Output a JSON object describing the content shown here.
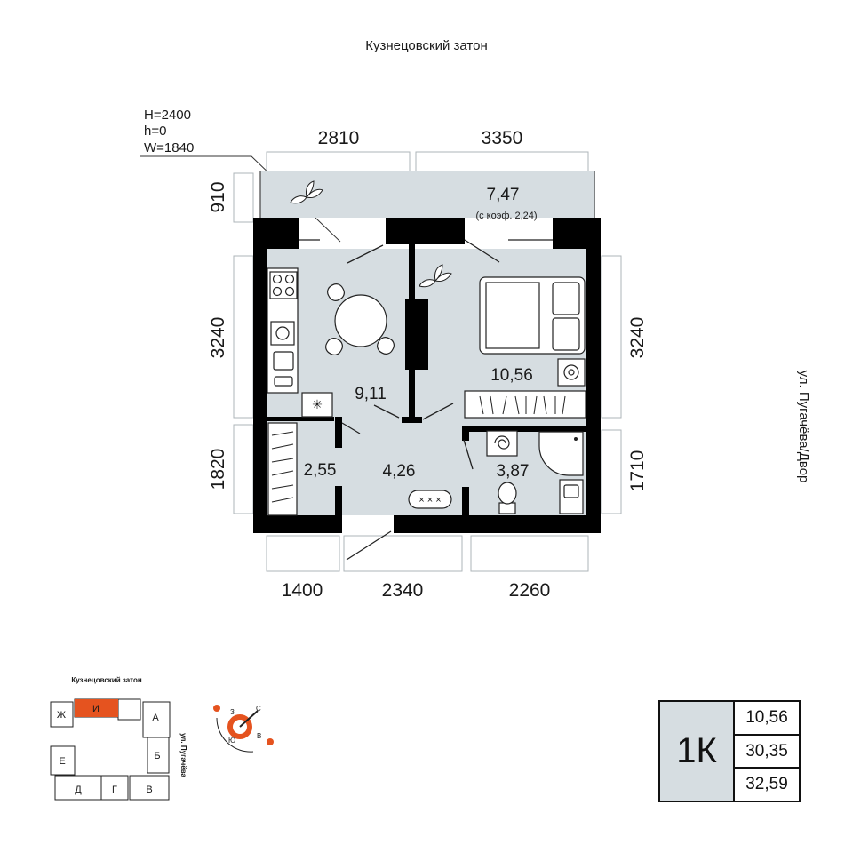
{
  "street_top": "Кузнецовский затон",
  "street_right": "ул. Пугачёва/Двор",
  "window_spec": {
    "h": "H=2400",
    "h_small": "h=0",
    "w": "W=1840"
  },
  "dims": {
    "top_left": "2810",
    "top_right": "3350",
    "left_balcony": "910",
    "left_kitchen": "3240",
    "left_storage": "1820",
    "right_bedroom": "3240",
    "right_bath": "1710",
    "bottom_left": "1400",
    "bottom_mid": "2340",
    "bottom_right": "2260"
  },
  "rooms": {
    "balcony_area": "7,47",
    "balcony_note": "(с коэф. 2,24)",
    "kitchen": "9,11",
    "bedroom": "10,56",
    "storage": "2,55",
    "hall": "4,26",
    "bathroom": "3,87"
  },
  "keyplan": {
    "title": "Кузнецовский затон",
    "street": "ул. Пугачёва",
    "sections": [
      "Ж",
      "И",
      "А",
      "Е",
      "Б",
      "Д",
      "Г",
      "В"
    ],
    "highlight_color": "#e5531f"
  },
  "compass": {
    "n": "С",
    "w": "З",
    "s": "Ю",
    "e": "В",
    "accent": "#e5531f"
  },
  "info": {
    "type": "1К",
    "living": "10,56",
    "total": "30,35",
    "total_with_balcony": "32,59"
  },
  "colors": {
    "floor": "#d6dde1",
    "wall": "#000000",
    "accent": "#e5531f"
  },
  "icons": [
    "plant-icon",
    "stove-icon",
    "washer-icon",
    "fan-icon",
    "boiler-icon",
    "toilet-icon",
    "shower-icon"
  ]
}
